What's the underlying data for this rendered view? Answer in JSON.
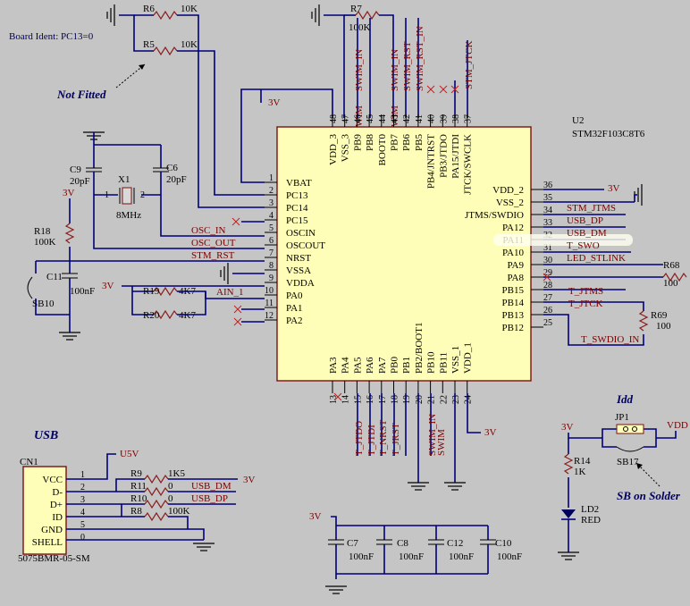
{
  "board_ident": "Board Ident: PC13=0",
  "notes": {
    "not_fitted": "Not Fitted",
    "idd": "Idd",
    "sb_on_solder": "SB on Solder",
    "usb": "USB"
  },
  "power": {
    "v3": "3V",
    "v5": "U5V",
    "vdd": "VDD"
  },
  "components": {
    "R6": {
      "ref": "R6",
      "val": "10K"
    },
    "R5": {
      "ref": "R5",
      "val": "10K"
    },
    "R7": {
      "ref": "R7",
      "val": "100K"
    },
    "R18": {
      "ref": "R18",
      "val": "100K"
    },
    "R19": {
      "ref": "R19",
      "val": "4K7"
    },
    "R20": {
      "ref": "R20",
      "val": "4K7"
    },
    "R68": {
      "ref": "R68",
      "val": "100"
    },
    "R69": {
      "ref": "R69",
      "val": "100"
    },
    "R14": {
      "ref": "R14",
      "val": "1K"
    },
    "R9": {
      "ref": "R9",
      "val": "1K5"
    },
    "R11": {
      "ref": "R11",
      "val": "0"
    },
    "R10": {
      "ref": "R10",
      "val": "0"
    },
    "R8": {
      "ref": "R8",
      "val": "100K"
    },
    "C9": {
      "ref": "C9",
      "val": "20pF"
    },
    "C6": {
      "ref": "C6",
      "val": "20pF"
    },
    "C11": {
      "ref": "C11",
      "val": "100nF"
    },
    "C7": {
      "ref": "C7",
      "val": "100nF"
    },
    "C8": {
      "ref": "C8",
      "val": "100nF"
    },
    "C12": {
      "ref": "C12",
      "val": "100nF"
    },
    "C10": {
      "ref": "C10",
      "val": "100nF"
    },
    "X1": {
      "ref": "X1",
      "val": "8MHz",
      "p1": "1",
      "p2": "2"
    },
    "SB10": {
      "ref": "SB10"
    },
    "SB17": {
      "ref": "SB17"
    },
    "JP1": {
      "ref": "JP1"
    },
    "LD2": {
      "ref": "LD2",
      "val": "RED"
    },
    "U2": {
      "ref": "U2",
      "part": "STM32F103C8T6"
    },
    "CN1": {
      "ref": "CN1",
      "part": "5075BMR-05-SM",
      "pins": [
        "VCC",
        "D-",
        "D+",
        "ID",
        "GND",
        "SHELL"
      ],
      "nums": [
        "1",
        "2",
        "3",
        "4",
        "5",
        "0"
      ]
    }
  },
  "nets": {
    "osc_in": "OSC_IN",
    "osc_out": "OSC_OUT",
    "stm_rst": "STM_RST",
    "ain_1": "AIN_1",
    "stm_jtms": "STM_JTMS",
    "usb_dp": "USB_DP",
    "usb_dm": "USB_DM",
    "t_swo": "T_SWO",
    "led_stlink": "LED_STLINK",
    "t_jtms": "T_JTMS",
    "t_jtck": "T_JTCK",
    "t_swdio_in": "T_SWDIO_IN",
    "swim_in": "SWIM_IN",
    "swim": "SWIM",
    "swim_rst": "SWIM_RST",
    "swim_rst_in": "SWIM_RST_IN",
    "stm_jtck": "STM_JTCK",
    "t_jtdo": "T_JTDO",
    "t_jtdi": "T_JTDI",
    "t_nrst": "T_NRST",
    "t_jrst": "T_JRST"
  },
  "mcu": {
    "left_pins": [
      {
        "num": "1",
        "name": "VBAT"
      },
      {
        "num": "2",
        "name": "PC13"
      },
      {
        "num": "3",
        "name": "PC14"
      },
      {
        "num": "4",
        "name": "PC15"
      },
      {
        "num": "5",
        "name": "OSCIN"
      },
      {
        "num": "6",
        "name": "OSCOUT"
      },
      {
        "num": "7",
        "name": "NRST"
      },
      {
        "num": "8",
        "name": "VSSA"
      },
      {
        "num": "9",
        "name": "VDDA"
      },
      {
        "num": "10",
        "name": "PA0"
      },
      {
        "num": "11",
        "name": "PA1"
      },
      {
        "num": "12",
        "name": "PA2"
      }
    ],
    "right_pins": [
      {
        "num": "36",
        "name": "VDD_2"
      },
      {
        "num": "35",
        "name": "VSS_2"
      },
      {
        "num": "34",
        "name": "JTMS/SWDIO"
      },
      {
        "num": "33",
        "name": "PA12"
      },
      {
        "num": "32",
        "name": "PA11"
      },
      {
        "num": "31",
        "name": "PA10"
      },
      {
        "num": "30",
        "name": "PA9"
      },
      {
        "num": "29",
        "name": "PA8"
      },
      {
        "num": "28",
        "name": "PB15"
      },
      {
        "num": "27",
        "name": "PB14"
      },
      {
        "num": "26",
        "name": "PB13"
      },
      {
        "num": "25",
        "name": "PB12"
      }
    ],
    "top_pins": [
      {
        "num": "48",
        "name": "VDD_3"
      },
      {
        "num": "47",
        "name": "VSS_3"
      },
      {
        "num": "46",
        "name": "PB9"
      },
      {
        "num": "45",
        "name": "PB8"
      },
      {
        "num": "44",
        "name": "BOOT0"
      },
      {
        "num": "43",
        "name": "PB7"
      },
      {
        "num": "42",
        "name": "PB6"
      },
      {
        "num": "41",
        "name": "PB5"
      },
      {
        "num": "40",
        "name": "PB4/JNTRST"
      },
      {
        "num": "39",
        "name": "PB3/JTDO"
      },
      {
        "num": "38",
        "name": "PA15/JTDI"
      },
      {
        "num": "37",
        "name": "JTCK/SWCLK"
      }
    ],
    "bottom_pins": [
      {
        "num": "13",
        "name": "PA3"
      },
      {
        "num": "14",
        "name": "PA4"
      },
      {
        "num": "15",
        "name": "PA5"
      },
      {
        "num": "16",
        "name": "PA6"
      },
      {
        "num": "17",
        "name": "PA7"
      },
      {
        "num": "18",
        "name": "PB0"
      },
      {
        "num": "19",
        "name": "PB1"
      },
      {
        "num": "20",
        "name": "PB2/BOOT1"
      },
      {
        "num": "21",
        "name": "PB10"
      },
      {
        "num": "22",
        "name": "PB11"
      },
      {
        "num": "23",
        "name": "VSS_1"
      },
      {
        "num": "24",
        "name": "VDD_1"
      }
    ]
  }
}
